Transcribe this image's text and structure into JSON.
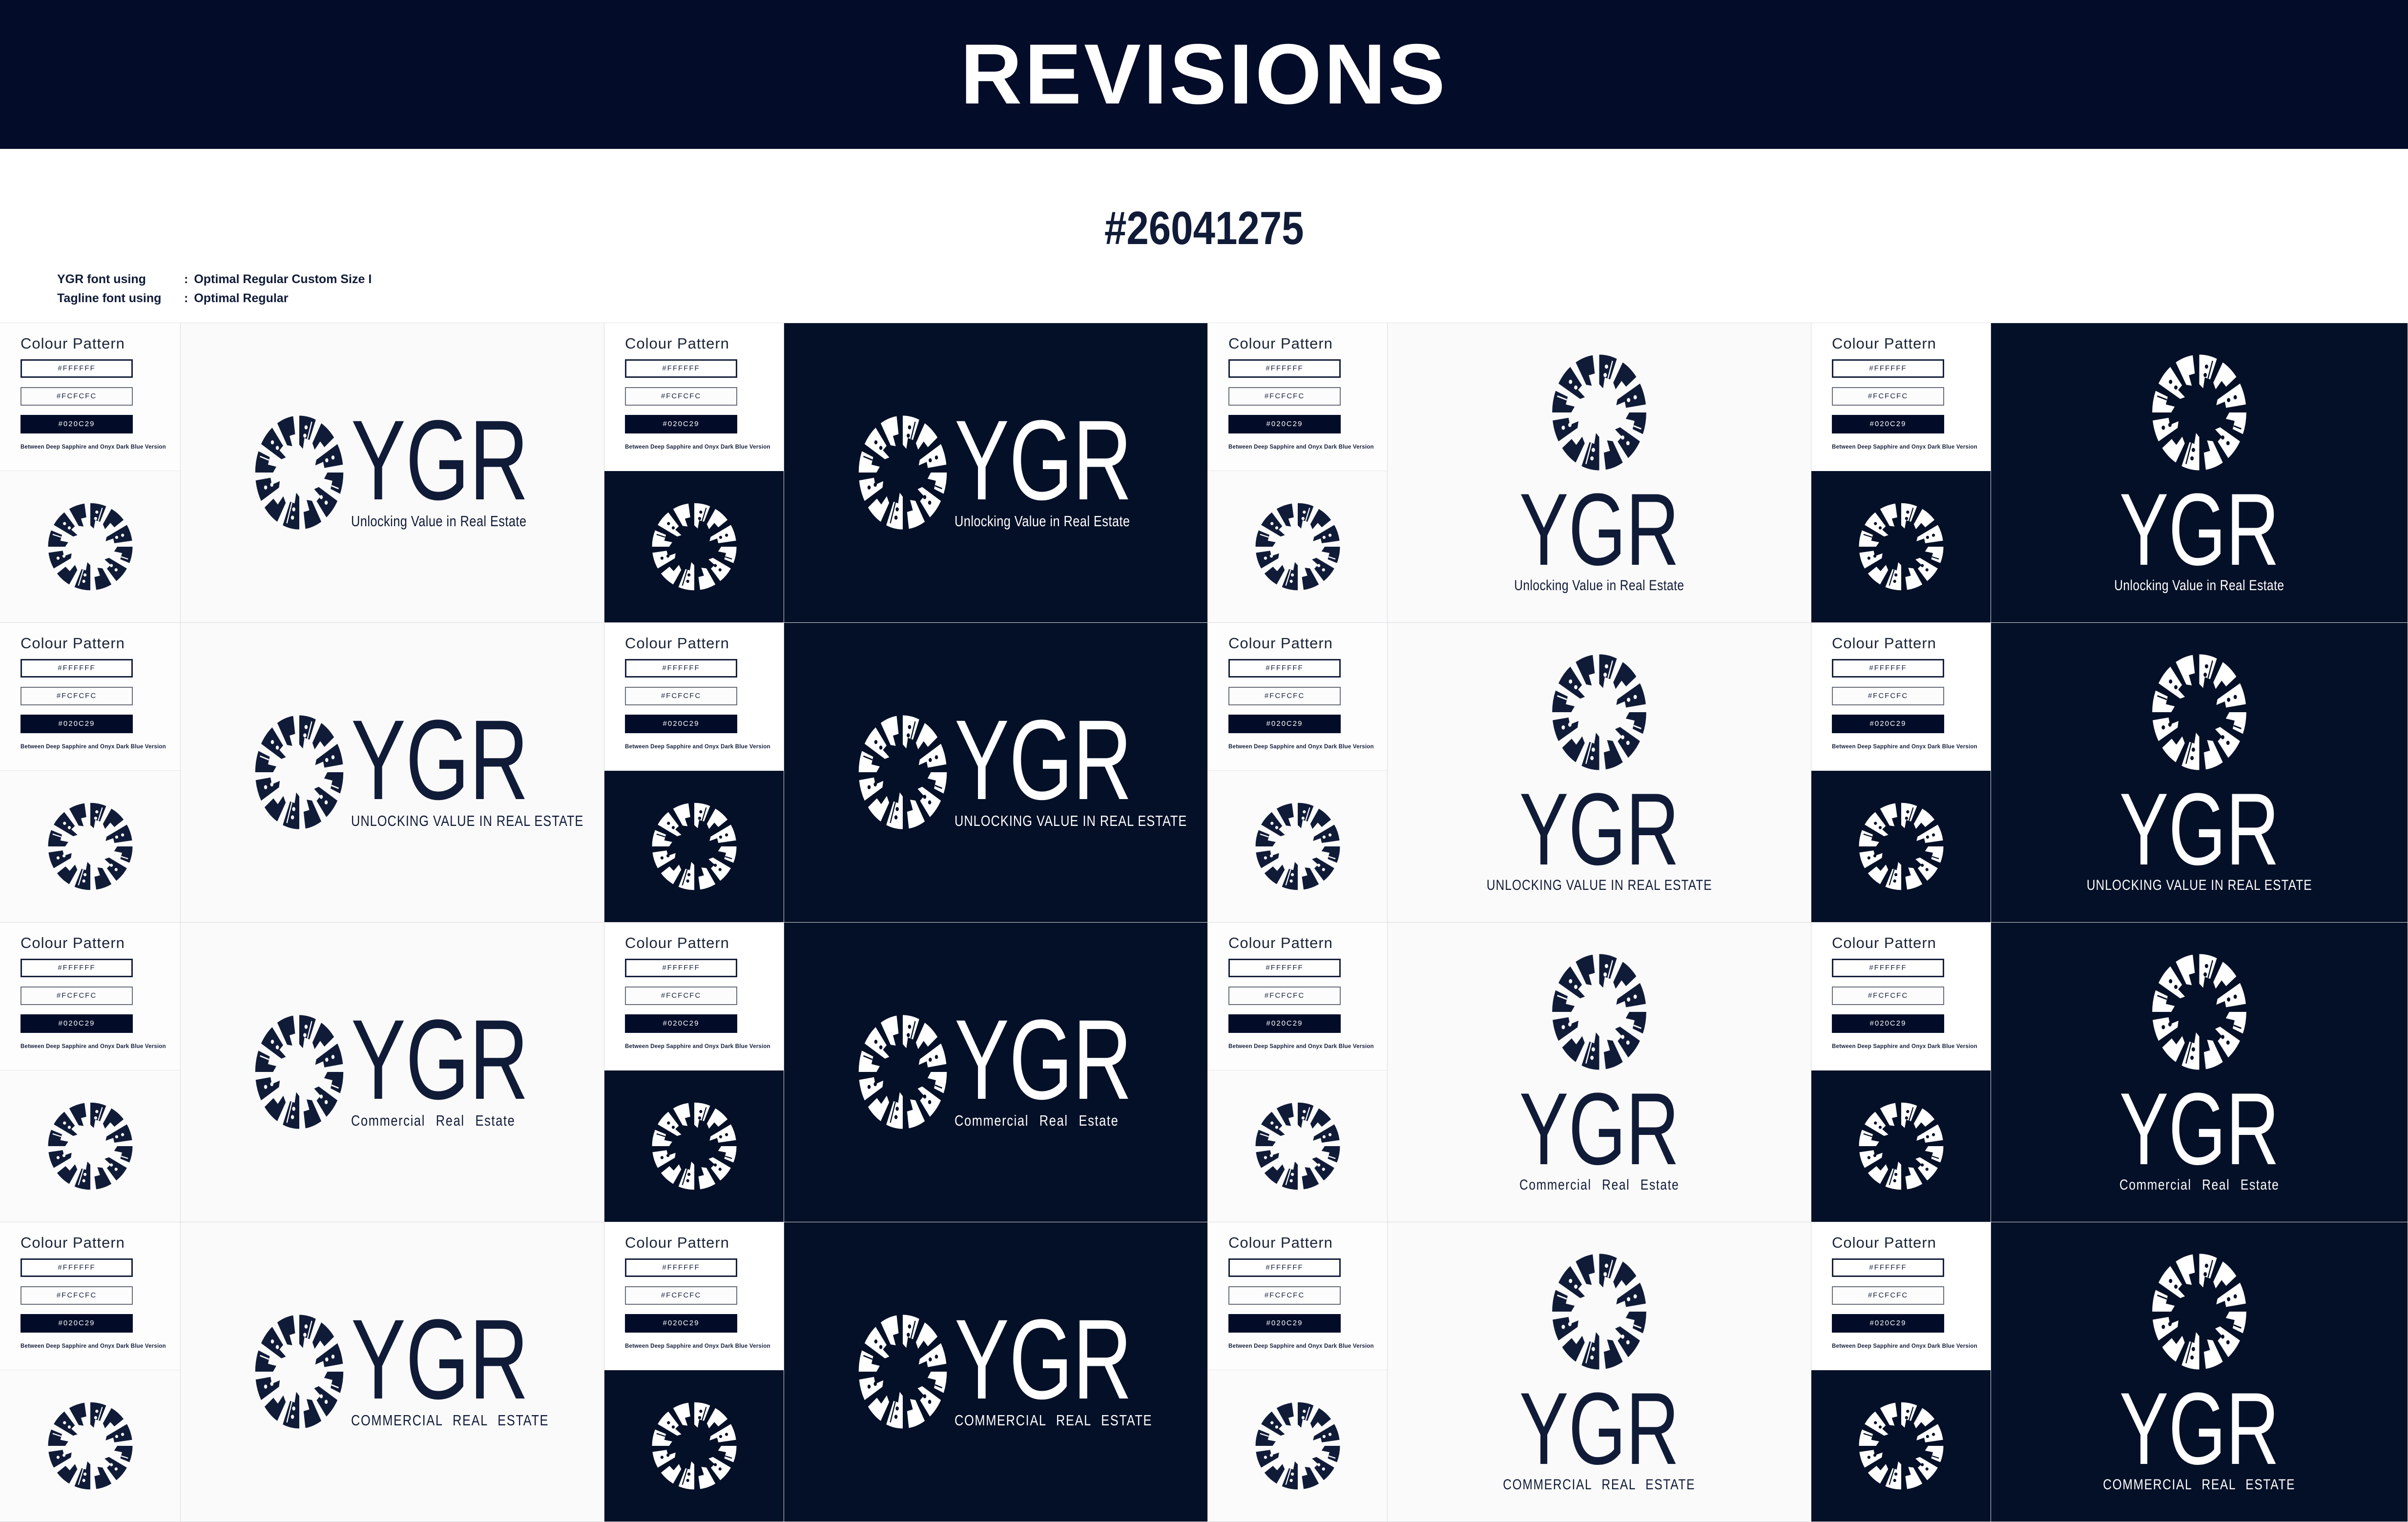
{
  "header": {
    "title": "REVISIONS"
  },
  "intro": {
    "code": "#26041275",
    "font_notes": [
      {
        "label": "YGR font using",
        "separator": ":",
        "value": "Optimal Regular Custom Size I"
      },
      {
        "label": "Tagline font using",
        "separator": ":",
        "value": "Optimal Regular"
      }
    ]
  },
  "colour_pattern": {
    "title": "Colour Pattern",
    "swatches": [
      {
        "hex": "#FFFFFF"
      },
      {
        "hex": "#FCFCFC"
      },
      {
        "hex": "#020C29"
      }
    ],
    "caption": "Between Deep Sapphire and Onyx Dark Blue Version"
  },
  "logo": {
    "wordmark": "YGR",
    "mark": "ygr-city-skyline-circle-mark"
  },
  "rows": [
    {
      "tagline": "Unlocking Value in Real Estate"
    },
    {
      "tagline": "UNLOCKING VALUE IN REAL ESTATE"
    },
    {
      "tagline": "Commercial Real Estate"
    },
    {
      "tagline": "COMMERCIAL REAL ESTATE"
    }
  ],
  "colors": {
    "dark_navy_swatch": "#020C29",
    "panel_navy": "#041027",
    "header_navy": "#030C28",
    "ink_navy": "#101B38",
    "off_white": "#FCFCFC",
    "white": "#FFFFFF"
  }
}
